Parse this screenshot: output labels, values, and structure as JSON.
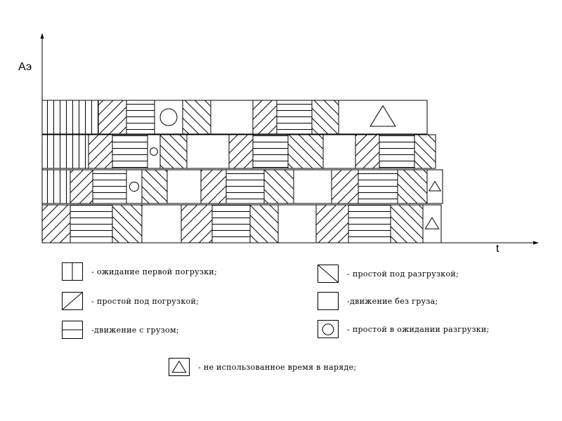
{
  "chart_data": {
    "type": "gantt",
    "ylabel": "Аэ",
    "xlabel": "t",
    "rows": [
      [
        {
          "type": "wait_first_load",
          "units": 2
        },
        {
          "type": "idle_loading",
          "units": 1
        },
        {
          "type": "move_loaded",
          "units": 1
        },
        {
          "type": "idle_wait_unload",
          "units": 1
        },
        {
          "type": "idle_unloading",
          "units": 1
        },
        {
          "type": "move_empty",
          "units": 1.5
        },
        {
          "type": "idle_loading",
          "units": 0.85
        },
        {
          "type": "move_loaded",
          "units": 1.25
        },
        {
          "type": "idle_unloading",
          "units": 0.95
        },
        {
          "type": "unused_time",
          "units": 3.15
        }
      ],
      [
        {
          "type": "wait_first_load",
          "units": 1.65
        },
        {
          "type": "idle_loading",
          "units": 0.85
        },
        {
          "type": "move_loaded",
          "units": 1.25
        },
        {
          "type": "idle_wait_unload",
          "units": 0.45
        },
        {
          "type": "idle_unloading",
          "units": 0.95
        },
        {
          "type": "move_empty",
          "units": 1.5
        },
        {
          "type": "idle_loading",
          "units": 0.85
        },
        {
          "type": "move_loaded",
          "units": 1.25
        },
        {
          "type": "idle_unloading",
          "units": 1.25
        },
        {
          "type": "move_empty",
          "units": 1.15
        },
        {
          "type": "idle_loading",
          "units": 0.85
        },
        {
          "type": "move_loaded",
          "units": 1.25
        },
        {
          "type": "idle_unloading",
          "units": 0.75
        }
      ],
      [
        {
          "type": "wait_first_load",
          "units": 1.0
        },
        {
          "type": "idle_loading",
          "units": 0.8
        },
        {
          "type": "move_loaded",
          "units": 1.2
        },
        {
          "type": "idle_wait_unload",
          "units": 0.55
        },
        {
          "type": "idle_unloading",
          "units": 0.9
        },
        {
          "type": "move_empty",
          "units": 1.2
        },
        {
          "type": "idle_loading",
          "units": 0.9
        },
        {
          "type": "move_loaded",
          "units": 1.35
        },
        {
          "type": "idle_unloading",
          "units": 1.05
        },
        {
          "type": "move_empty",
          "units": 1.35
        },
        {
          "type": "idle_loading",
          "units": 0.95
        },
        {
          "type": "move_loaded",
          "units": 1.4
        },
        {
          "type": "idle_unloading",
          "units": 1.05
        },
        {
          "type": "unused_time",
          "units": 0.55
        }
      ],
      [
        {
          "type": "idle_loading",
          "units": 1.0
        },
        {
          "type": "move_loaded",
          "units": 1.5
        },
        {
          "type": "idle_unloading",
          "units": 1.05
        },
        {
          "type": "move_empty",
          "units": 1.4
        },
        {
          "type": "idle_loading",
          "units": 1.1
        },
        {
          "type": "move_loaded",
          "units": 1.35
        },
        {
          "type": "idle_unloading",
          "units": 1.0
        },
        {
          "type": "move_empty",
          "units": 1.35
        },
        {
          "type": "idle_loading",
          "units": 1.15
        },
        {
          "type": "move_loaded",
          "units": 1.5
        },
        {
          "type": "idle_unloading",
          "units": 1.15
        },
        {
          "type": "unused_time",
          "units": 0.65
        }
      ]
    ],
    "legend": [
      {
        "type": "wait_first_load",
        "label": "- ожидание первой погрузки;"
      },
      {
        "type": "idle_loading",
        "label": "- простой под погрузкой;"
      },
      {
        "type": "move_loaded",
        "label": "-движение с грузом;"
      },
      {
        "type": "idle_unloading",
        "label": "- простой под разгрузкой;"
      },
      {
        "type": "move_empty",
        "label": "-движение без груза;"
      },
      {
        "type": "idle_wait_unload",
        "label": "- простой в ожидании разгрузки;"
      },
      {
        "type": "unused_time",
        "label": "- не использованное время в наряде;"
      }
    ]
  }
}
